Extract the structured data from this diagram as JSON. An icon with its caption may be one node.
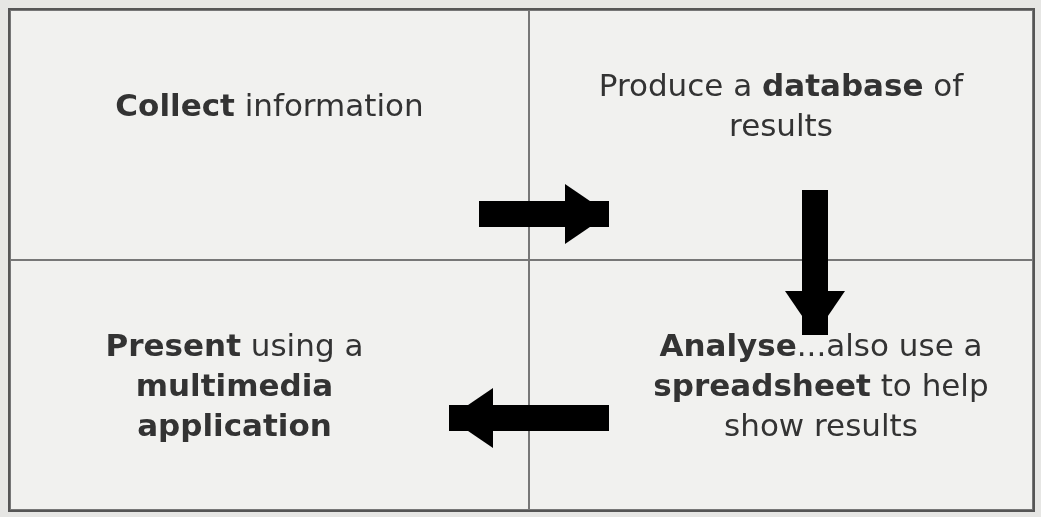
{
  "diagram": {
    "nodes": [
      {
        "text": [
          "**Collect** information"
        ]
      },
      {
        "text": [
          "Produce a **database** of results"
        ]
      },
      {
        "text": [
          "**Present** using a **multimedia application**"
        ]
      },
      {
        "text": [
          "**Analyse**...also use a **spreadsheet** to help show results"
        ]
      }
    ],
    "edges": [
      {
        "from": 0,
        "to": 1,
        "arrow": "to"
      },
      {
        "from": 1,
        "to": 3,
        "arrow": "to"
      },
      {
        "from": 3,
        "to": 2,
        "arrow": "to"
      }
    ]
  }
}
